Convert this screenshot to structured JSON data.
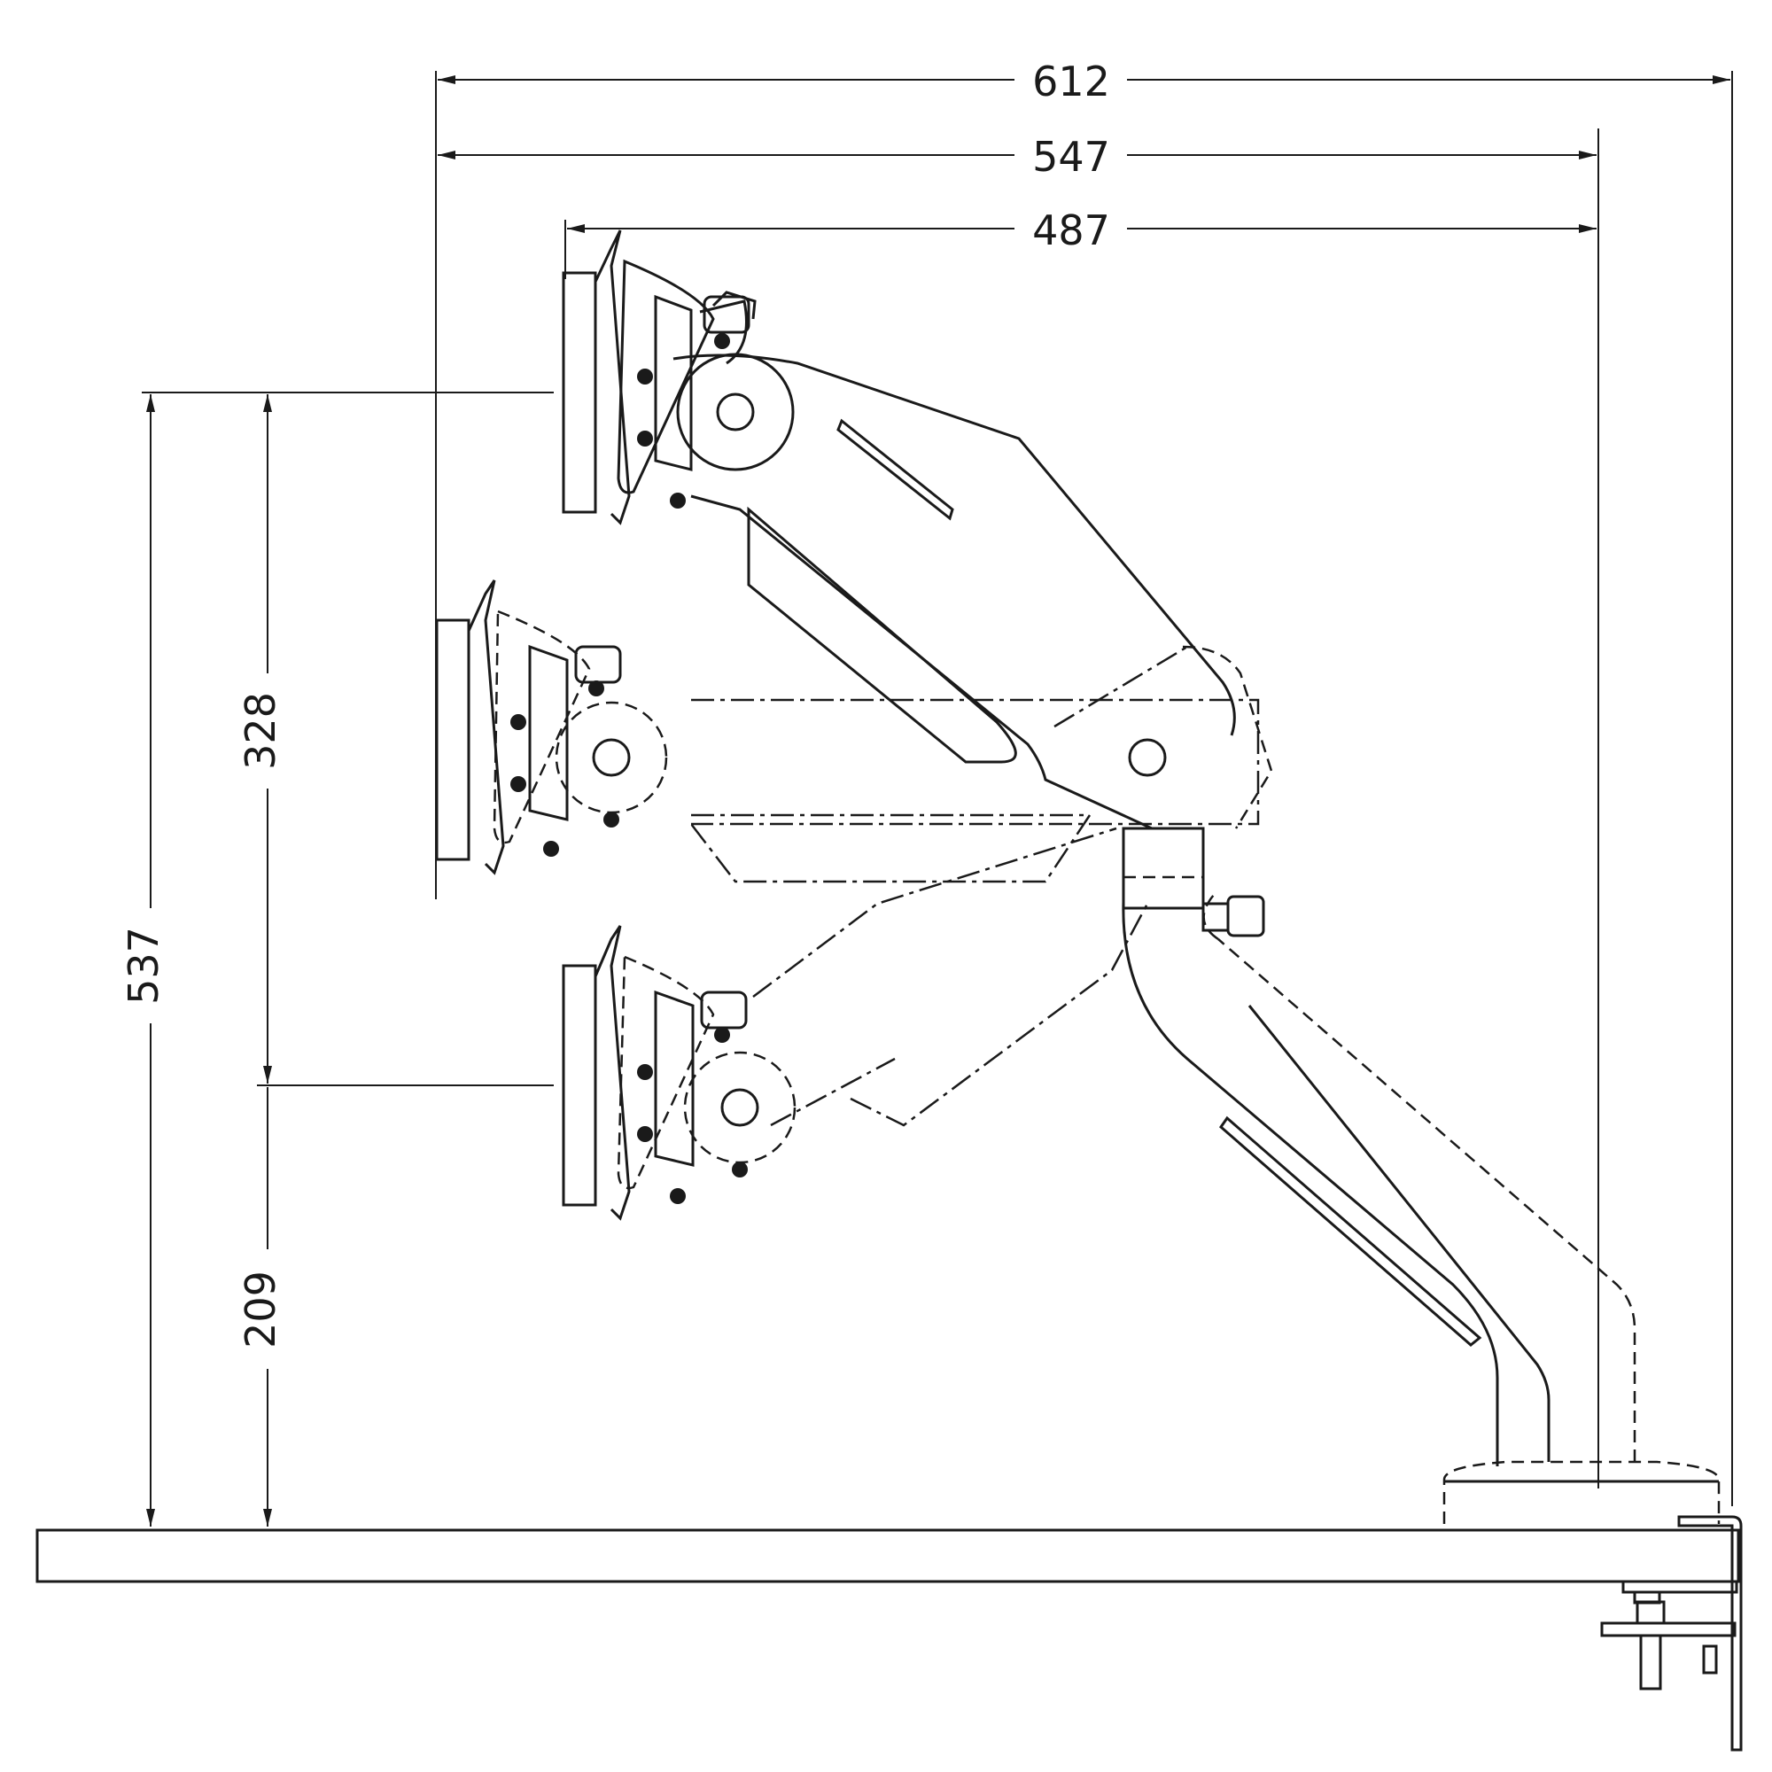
{
  "dimensions": {
    "width_total": "612",
    "width_mid": "547",
    "width_inner": "487",
    "height_total": "537",
    "height_range": "328",
    "height_low": "209"
  },
  "colors": {
    "line": "#1a1a1a",
    "background": "#ffffff"
  }
}
